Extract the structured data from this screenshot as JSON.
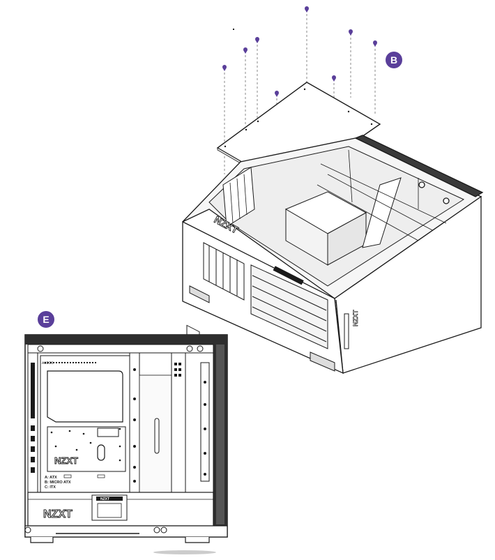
{
  "callouts": [
    {
      "letter": "B"
    },
    {
      "letter": "E"
    }
  ],
  "case_logo": {
    "text": "NZXT"
  },
  "motherboard_labels": {
    "top": "AUDIO",
    "sizes": [
      "A: ATX",
      "B: MICRO ATX",
      "C: ITX"
    ]
  },
  "colors": {
    "accent": "#5a3f9a",
    "line": "#1a1a1a",
    "dashed": "#7a7a7a"
  },
  "icons": [
    "screw-pin-icon"
  ]
}
